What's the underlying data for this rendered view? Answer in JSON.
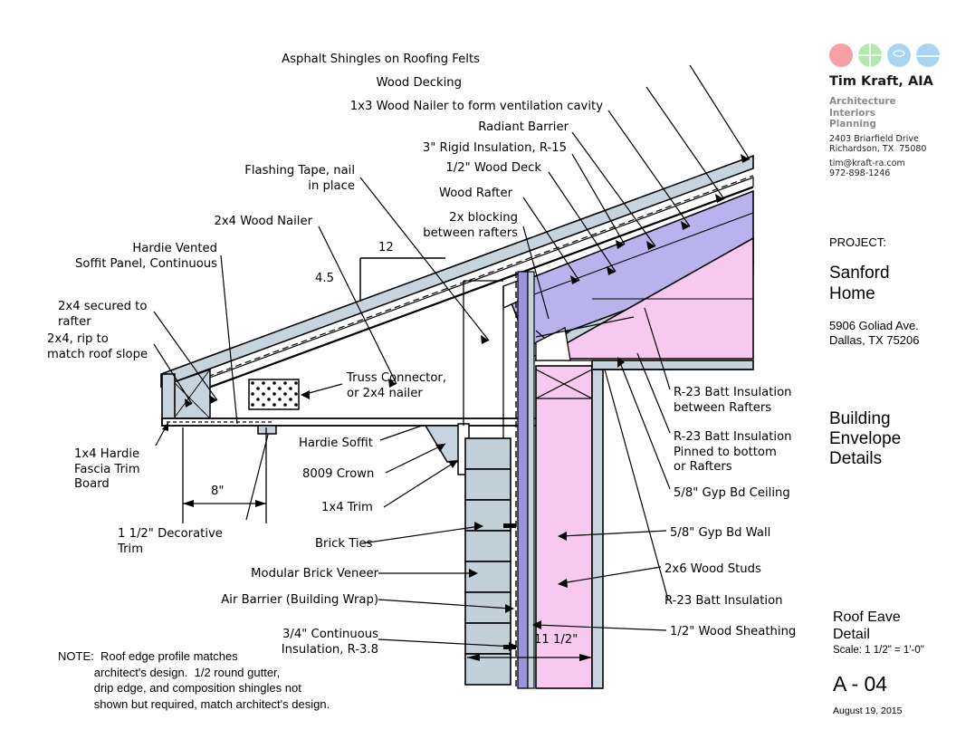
{
  "sheet": {
    "background": "#ffffff"
  },
  "titleblock": {
    "logo": {
      "dots": [
        {
          "name": "logo-dot-red",
          "color": "#f4a0a6"
        },
        {
          "name": "logo-dot-green",
          "color": "#b5e8b0"
        },
        {
          "name": "logo-dot-blue1",
          "color": "#a9d5f2"
        },
        {
          "name": "logo-dot-blue2",
          "color": "#a9d5f2"
        }
      ]
    },
    "firm_name": "Tim Kraft, AIA",
    "disciplines": "Architecture\nInteriors\nPlanning",
    "address": "2403 Briarfield Drive\nRichardson, TX  75080",
    "contact": "tim@kraft-ra.com\n972-898-1246",
    "project_label": "PROJECT:",
    "project_name": "Sanford\nHome",
    "project_address": "5906 Goliad Ave.\nDallas, TX 75206",
    "sheet_title": "Building\nEnvelope\nDetails",
    "detail_title": "Roof Eave\nDetail",
    "detail_scale": "Scale: 1 1/2\" = 1'-0\"",
    "sheet_number": "A - 04",
    "sheet_date": "August 19, 2015"
  },
  "labels": {
    "asphalt_shingles": "Asphalt Shingles on Roofing Felts",
    "wood_decking": "Wood Decking",
    "wood_nailer_1x3": "1x3 Wood Nailer to form ventilation cavity",
    "radiant_barrier": "Radiant Barrier",
    "rigid_insulation": "3\" Rigid Insulation, R-15",
    "wood_deck_half": "1/2\" Wood Deck",
    "wood_rafter": "Wood Rafter",
    "flashing_tape": "Flashing Tape, nail\nin place",
    "blocking_2x": "2x blocking\nbetween rafters",
    "wood_nailer_2x4": "2x4 Wood Nailer",
    "hardie_vented_soffit": "Hardie Vented\nSoffit Panel, Continuous",
    "secured_2x4": "2x4 secured to\nrafter",
    "rip_2x4": "2x4, rip to\nmatch roof slope",
    "truss_connector": "Truss Connector,\nor 2x4 nailer",
    "fascia_trim": "1x4 Hardie\nFascia Trim\nBoard",
    "decorative_trim": "1 1/2\" Decorative\nTrim",
    "hardie_soffit": "Hardie Soffit",
    "crown_8009": "8009 Crown",
    "trim_1x4": "1x4 Trim",
    "brick_ties": "Brick Ties",
    "brick_veneer": "Modular Brick Veneer",
    "air_barrier": "Air Barrier (Building Wrap)",
    "continuous_insulation": "3/4\" Continuous\nInsulation, R-3.8",
    "batt_between_rafters": "R-23 Batt Insulation\nbetween Rafters",
    "batt_pinned": "R-23 Batt Insulation\nPinned to bottom\nor Rafters",
    "gyp_ceiling": "5/8\" Gyp Bd Ceiling",
    "gyp_wall": "5/8\" Gyp Bd Wall",
    "studs_2x6": "2x6 Wood Studs",
    "batt_insulation": "R-23 Batt Insulation",
    "wood_sheathing": "1/2\" Wood Sheathing",
    "note": "NOTE:  Roof edge profile matches\n           architect's design.  1/2 round gutter,\n           drip edge, and composition shingles not\n           shown but required, match architect's design."
  },
  "dimensions": {
    "pitch_run": "12",
    "pitch_rise": "4.5",
    "soffit_width": "8\"",
    "cavity_depth": "11 1/2\""
  },
  "colors": {
    "rafter_fill": "#b9b2ec",
    "insulation_fill": "#f8c9ef",
    "sheathing_fill": "#c6d4dd",
    "brick_fill": "#c2d0da",
    "rigid_fill": "#9b93e0",
    "line": "#000000"
  }
}
